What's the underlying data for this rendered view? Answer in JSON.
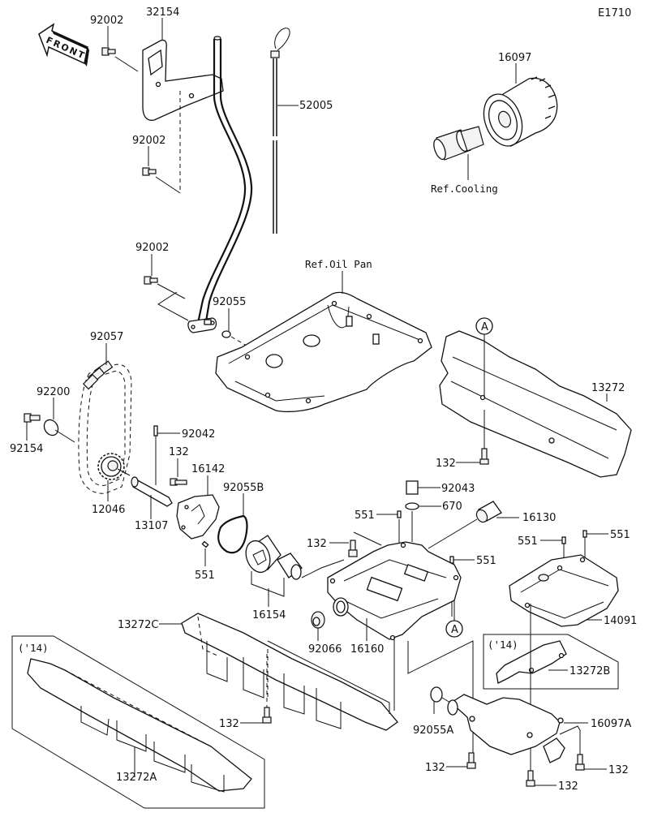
{
  "diagram": {
    "figure_code": "E1710",
    "front_arrow_label": "FRONT",
    "references": {
      "oil_pan": "Ref.Oil Pan",
      "cooling": "Ref.Cooling"
    },
    "markers": {
      "a_upper": "A",
      "a_lower": "A"
    },
    "year_boxes": {
      "left": "('14)",
      "right": "('14)"
    },
    "labels": {
      "p32154": "32154",
      "p92002_top": "92002",
      "p92002_mid": "92002",
      "p92002_low": "92002",
      "p52005": "52005",
      "p16097": "16097",
      "p92055": "92055",
      "p92057": "92057",
      "p92200": "92200",
      "p92154": "92154",
      "p92042": "92042",
      "p132_pump": "132",
      "p16142": "16142",
      "p12046": "12046",
      "p13107": "13107",
      "p92055B": "92055B",
      "p551_pump": "551",
      "p16154": "16154",
      "p13272": "13272",
      "p132_baffle": "132",
      "p92043": "92043",
      "p670": "670",
      "p551_a": "551",
      "p16130": "16130",
      "p132_body": "132",
      "p551_b": "551",
      "p551_c": "551",
      "p551_d": "551",
      "p14091": "14091",
      "p92066": "92066",
      "p16160": "16160",
      "p13272C": "13272C",
      "p13272B": "13272B",
      "p132_lower": "132",
      "p13272A": "13272A",
      "p92055A": "92055A",
      "p16097A": "16097A",
      "p132_cover_left": "132",
      "p132_cover_mid": "132",
      "p132_cover_right": "132"
    }
  }
}
